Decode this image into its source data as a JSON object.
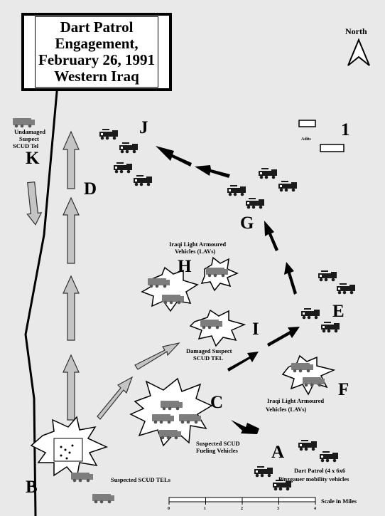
{
  "title_lines": [
    "Dart Patrol",
    "Engagement,",
    "February 26, 1991",
    "Western Iraq"
  ],
  "north_label": "North",
  "points": {
    "A": "A",
    "B": "B",
    "C": "C",
    "D": "D",
    "E": "E",
    "F": "F",
    "G": "G",
    "H": "H",
    "I": "I",
    "J": "J",
    "K": "K",
    "one": "1"
  },
  "labels": {
    "adits": "Adits",
    "undamaged_1": "Undamaged",
    "undamaged_2": "Suspect",
    "undamaged_3": "SCUD Tel",
    "lav_h_1": "Iraqi Light  Armoured",
    "lav_h_2": "Vehicles (LAVs)",
    "damaged_1": "Damaged Suspect",
    "damaged_2": "SCUD TEL",
    "lav_f_1": "Iraqi Light  Armoured",
    "lav_f_2": "Vehicles (LAVs)",
    "fueling_1": "Suspected SCUD",
    "fueling_2": "Fueling Vehicles",
    "patrol": "Dart Patrol (4 x 6x6",
    "patrol_2": "Pinzgauer mobility vehicles",
    "scud_tels": "Suspected SCUD TELs"
  },
  "scale": {
    "ticks": [
      "0",
      "1",
      "2",
      "3",
      "4"
    ],
    "label": "Scale in Miles"
  },
  "colors": {
    "background": "#e9e9e9",
    "arrow_black": "#000000",
    "arrow_grey": "#bdbdbd",
    "vehicle_dark": "#222222",
    "vehicle_grey": "#888888"
  }
}
